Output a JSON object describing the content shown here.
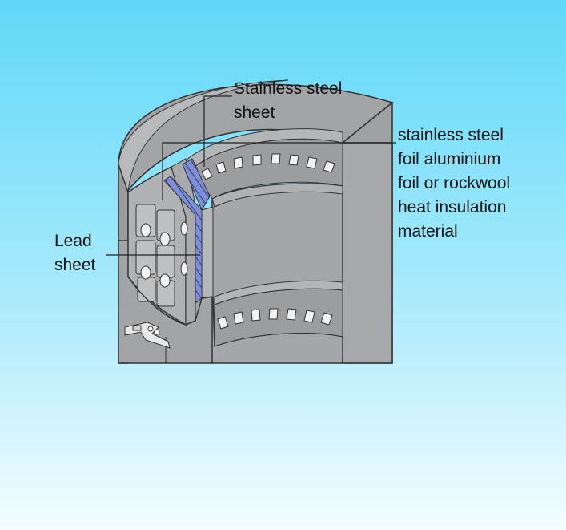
{
  "labels": {
    "stainless_steel_sheet": [
      "Stainless steel",
      "sheet"
    ],
    "insulation": [
      "stainless steel",
      "foil aluminium",
      "foil or rockwool",
      "heat insulation",
      "material"
    ],
    "lead_sheet": [
      "Lead",
      "sheet"
    ]
  },
  "colors": {
    "background_top": "#5fd8f8",
    "background_bottom": "#f4fdff",
    "metal": "#a3a4a6",
    "metal_dark": "#8e8f91",
    "insulation_blue": "#7f8fd6"
  }
}
